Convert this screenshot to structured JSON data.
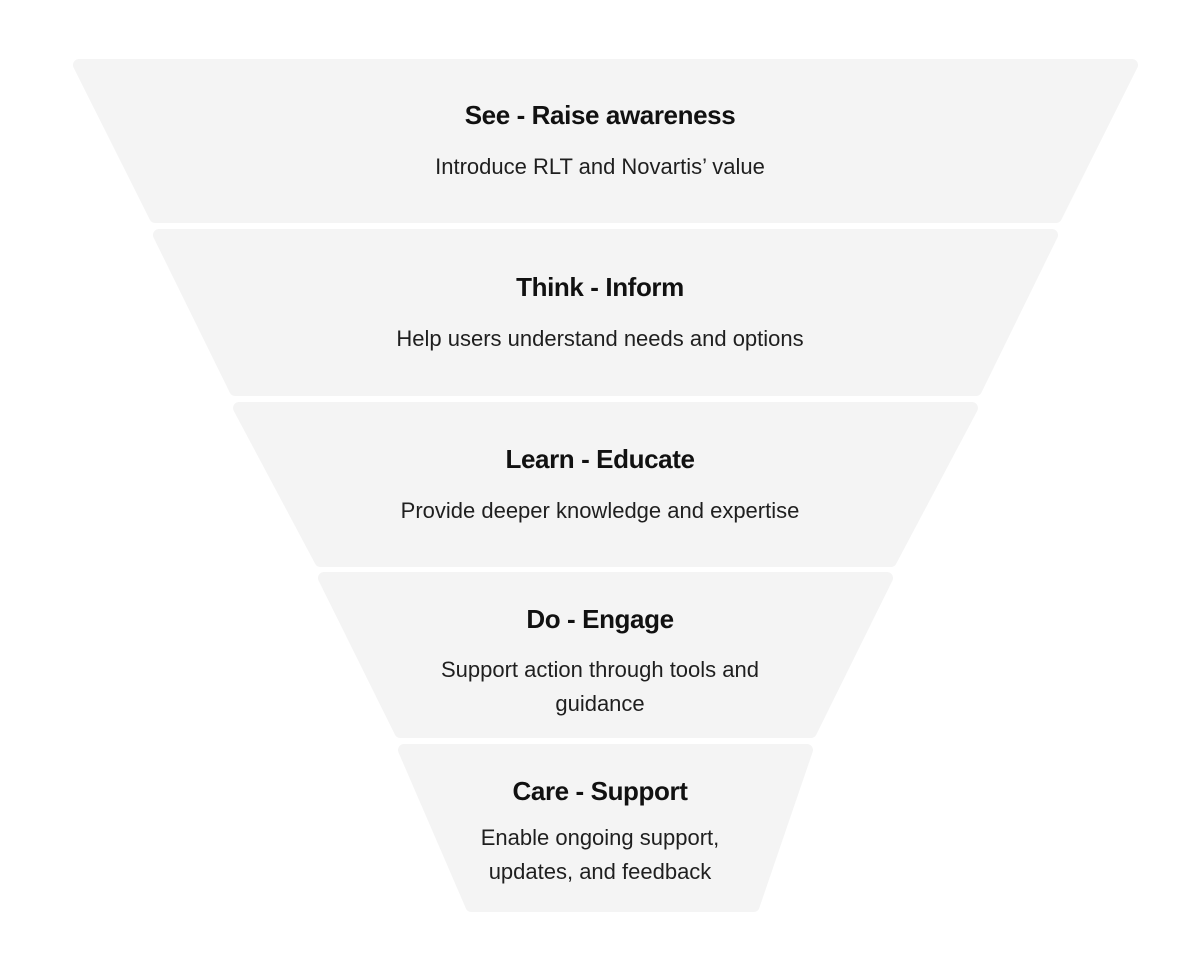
{
  "diagram": {
    "type": "funnel",
    "title": "",
    "background_color": "#FFFFFF",
    "segment_fill_color": "#F4F4F4",
    "title_text_color": "#111111",
    "subtitle_text_color": "#1F1F1F",
    "stage_count": 5,
    "stages": [
      {
        "index": 1,
        "title": "See - Raise awareness",
        "subtitle": "Introduce RLT and Novartis’ value",
        "top_width": 1065,
        "bottom_width": 905
      },
      {
        "index": 2,
        "title": "Think - Inform",
        "subtitle": "Help users understand needs and options",
        "top_width": 905,
        "bottom_width": 745
      },
      {
        "index": 3,
        "title": "Learn - Educate",
        "subtitle": "Provide deeper knowledge and expertise",
        "top_width": 745,
        "bottom_width": 575
      },
      {
        "index": 4,
        "title": "Do - Engage",
        "subtitle": "Support action through tools and guidance",
        "top_width": 575,
        "bottom_width": 415
      },
      {
        "index": 5,
        "title": "Care - Support",
        "subtitle": "Enable ongoing support, updates, and feedback",
        "top_width": 415,
        "bottom_width": 280
      }
    ]
  },
  "chart_data": {
    "type": "funnel",
    "title": "",
    "xlabel": "",
    "ylabel": "",
    "categories": [
      "See - Raise awareness",
      "Think - Inform",
      "Learn - Educate",
      "Do - Engage",
      "Care - Support"
    ],
    "values": [
      1065,
      905,
      745,
      575,
      415
    ],
    "descriptions": [
      "Introduce RLT and Novartis’ value",
      "Help users understand needs and options",
      "Provide deeper knowledge and expertise",
      "Support action through tools and guidance",
      "Enable ongoing support, updates, and feedback"
    ],
    "legend": [],
    "grid": false
  }
}
